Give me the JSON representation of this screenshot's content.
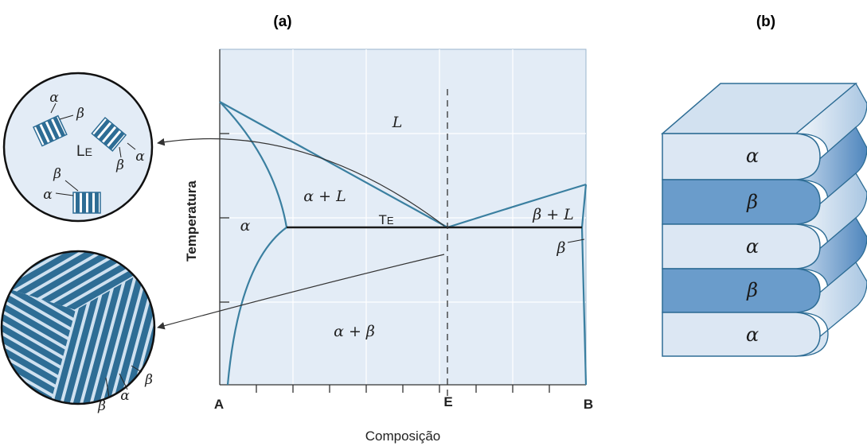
{
  "panels": {
    "a_label": "(a)",
    "b_label": "(b)"
  },
  "axes": {
    "ylabel": "Temperatura",
    "xlabel": "Composição",
    "x_left": "A",
    "x_mid": "E",
    "x_right": "B"
  },
  "regions": {
    "liquid": "L",
    "alpha": "α",
    "alpha_plus_liquid": "α + L",
    "eutectic_temp": "T",
    "eutectic_temp_sub": "E",
    "beta_plus_liquid": "β + L",
    "beta": "β",
    "alpha_plus_beta": "α + β"
  },
  "inset_top": {
    "label": "L",
    "label_sub": "E",
    "labels": [
      "α",
      "β",
      "β",
      "α",
      "β",
      "α"
    ]
  },
  "inset_bottom": {
    "labels": [
      "β",
      "β",
      "α"
    ]
  },
  "layers": [
    "α",
    "β",
    "α",
    "β",
    "α"
  ],
  "colors": {
    "plot_bg": "#e3ecf6",
    "curve": "#3a7fa0",
    "dark_blue": "#2e6d95",
    "light_layer": "#dce7f3",
    "dark_layer": "#6a9ccb"
  }
}
